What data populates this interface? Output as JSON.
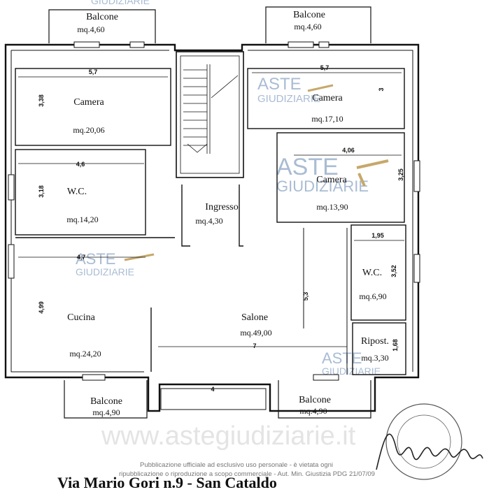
{
  "rooms": {
    "balcone_top_left": {
      "name": "Balcone",
      "area": "mq.4,60"
    },
    "balcone_top_right": {
      "name": "Balcone",
      "area": "mq.4,60"
    },
    "camera_top_left": {
      "name": "Camera",
      "area": "mq.20,06"
    },
    "camera_top_right": {
      "name": "Camera",
      "area": "mq.17,10"
    },
    "wc_left": {
      "name": "W.C.",
      "area": "mq.14,20"
    },
    "ingresso": {
      "name": "Ingresso",
      "area": "mq.4,30"
    },
    "camera_mid_right": {
      "name": "Camera",
      "area": "mq.13,90"
    },
    "wc_right": {
      "name": "W.C.",
      "area": "mq.6,90"
    },
    "cucina": {
      "name": "Cucina",
      "area": "mq.24,20"
    },
    "salone": {
      "name": "Salone",
      "area": "mq.49,00"
    },
    "ripost": {
      "name": "Ripost.",
      "area": "mq.3,30"
    },
    "balcone_bottom_left": {
      "name": "Balcone",
      "area": "mq.4,90"
    },
    "balcone_bottom_right": {
      "name": "Balcone",
      "area": "mq.4,90"
    }
  },
  "dimensions": {
    "camera_left_width": "5,7",
    "camera_left_height": "3,38",
    "camera_right_width": "5,7",
    "camera_right_height": "3",
    "wc_left_width": "4,6",
    "wc_left_height": "3,18",
    "camera_mid_width": "4,06",
    "camera_mid_height": "3,25",
    "cucina_width": "4,7",
    "cucina_height": "4,99",
    "wc_right_width": "1,95",
    "wc_right_height": "3,52",
    "salone_height": "5,3",
    "salone_width": "7",
    "ripost_height": "1,68",
    "corridor_width": "4"
  },
  "watermark": {
    "brand_top": "ASTE",
    "brand_bottom": "GIUDIZIARIE",
    "url": "www.astegiudiziarie.it"
  },
  "notice": {
    "line1": "Pubblicazione ufficiale ad esclusivo uso personale - è vietata ogni",
    "line2": "ripubblicazione o riproduzione a scopo commerciale - Aut. Min. Giustizia PDG 21/07/09"
  },
  "address": "Via Mario Gori n.9 - San Cataldo"
}
